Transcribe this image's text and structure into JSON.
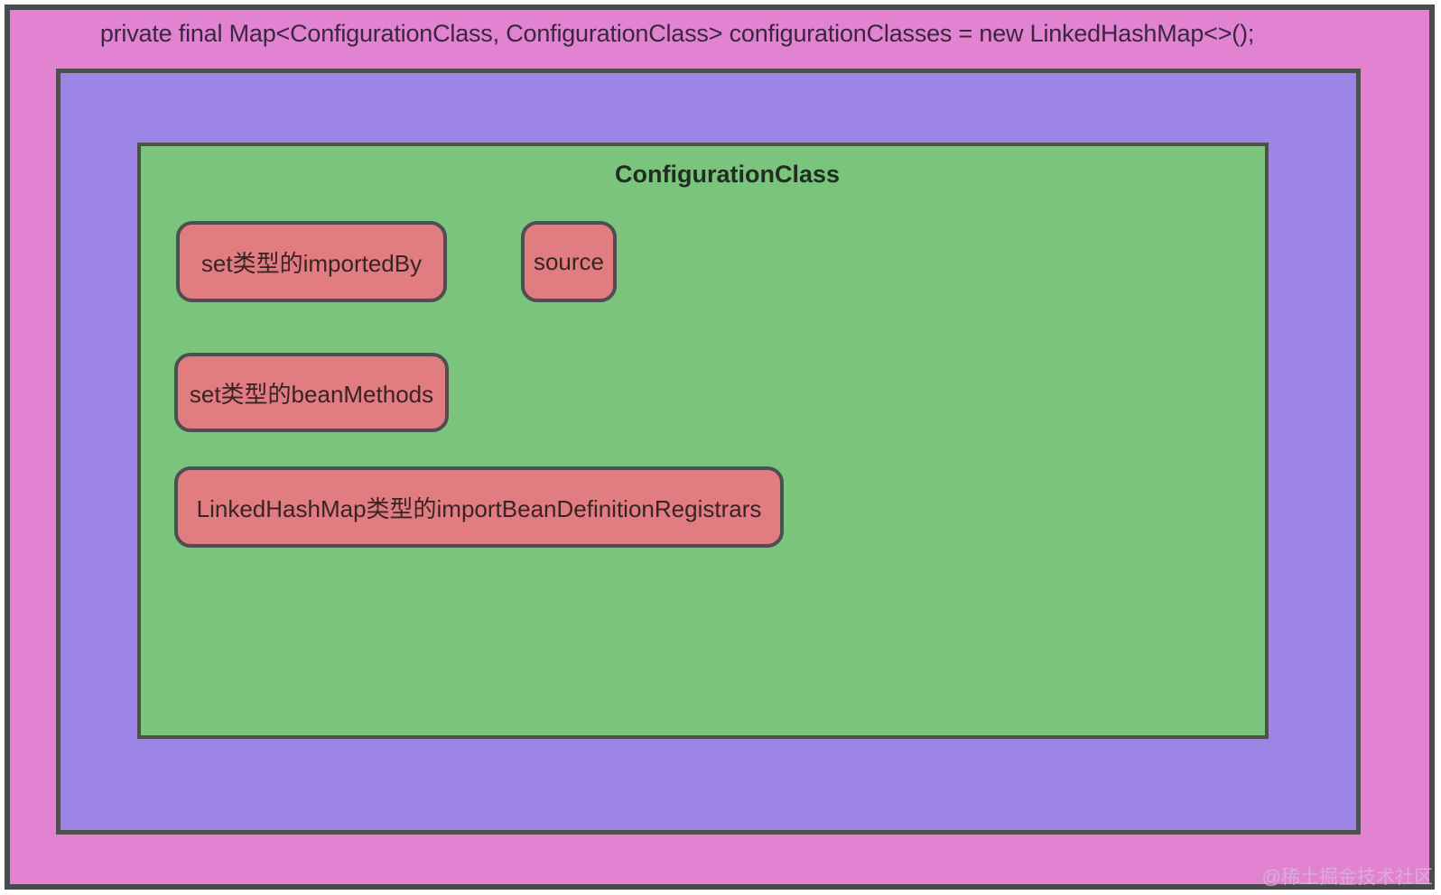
{
  "code_declaration": "private final Map<ConfigurationClass, ConfigurationClass> configurationClasses = new LinkedHashMap<>();",
  "diagram": {
    "class_title": "ConfigurationClass",
    "fields": [
      {
        "label": "set类型的importedBy"
      },
      {
        "label": "source"
      },
      {
        "label": "set类型的beanMethods"
      },
      {
        "label": "LinkedHashMap类型的importBeanDefinitionRegistrars"
      }
    ]
  },
  "watermark": "@稀土掘金技术社区",
  "colors": {
    "outer_frame_bg": "#e283d1",
    "map_box_bg": "#9c85e4",
    "class_box_bg": "#7ac47e",
    "field_bg": "#e17c81",
    "border": "#4a4a4a"
  }
}
